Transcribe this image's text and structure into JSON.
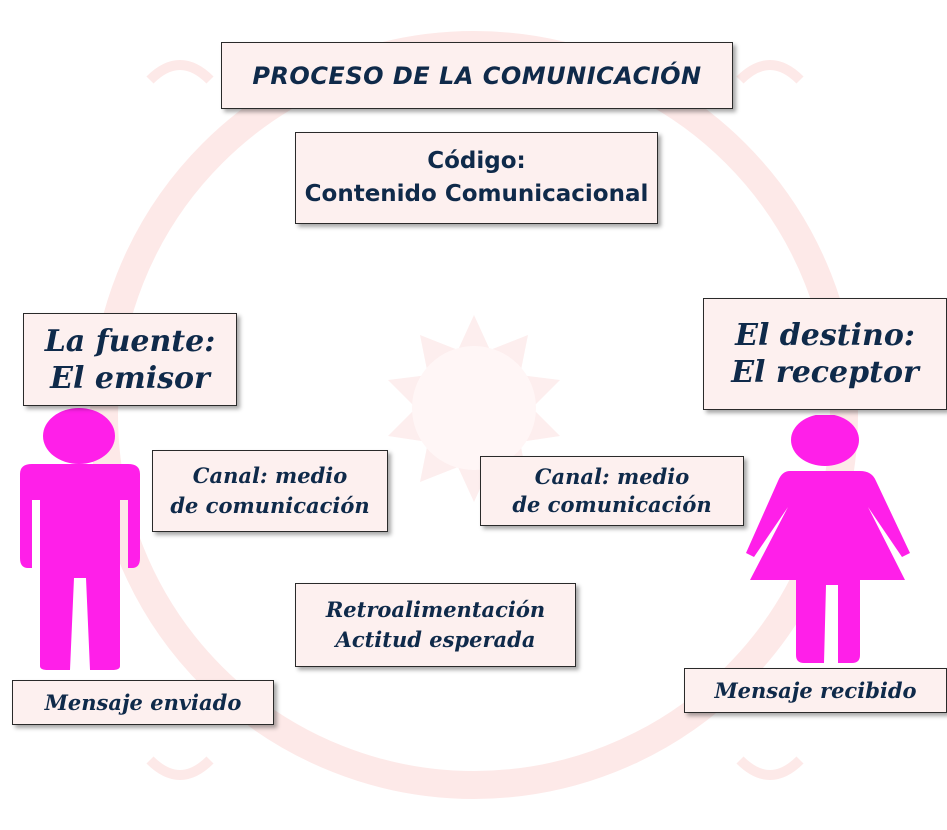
{
  "title": "PROCESO DE LA COMUNICACIÓN",
  "code": {
    "line1": "Código:",
    "line2": "Contenido Comunicacional"
  },
  "source": {
    "line1": "La fuente:",
    "line2": "El emisor"
  },
  "destination": {
    "line1": "El destino:",
    "line2": "El receptor"
  },
  "channel_left": {
    "line1": "Canal: medio",
    "line2": "de comunicación"
  },
  "channel_right": {
    "line1": "Canal: medio",
    "line2": "de comunicación"
  },
  "feedback": {
    "line1": "Retroalimentación",
    "line2": "Actitud esperada"
  },
  "message_sent": "Mensaje enviado",
  "message_received": "Mensaje recibido",
  "colors": {
    "figure": "#ff1fe9",
    "box_fill": "#fdf0ef",
    "box_text": "#0f2a4a",
    "background_motif": "#fbe3e3"
  },
  "icons": [
    "male-person-icon",
    "female-person-icon"
  ]
}
